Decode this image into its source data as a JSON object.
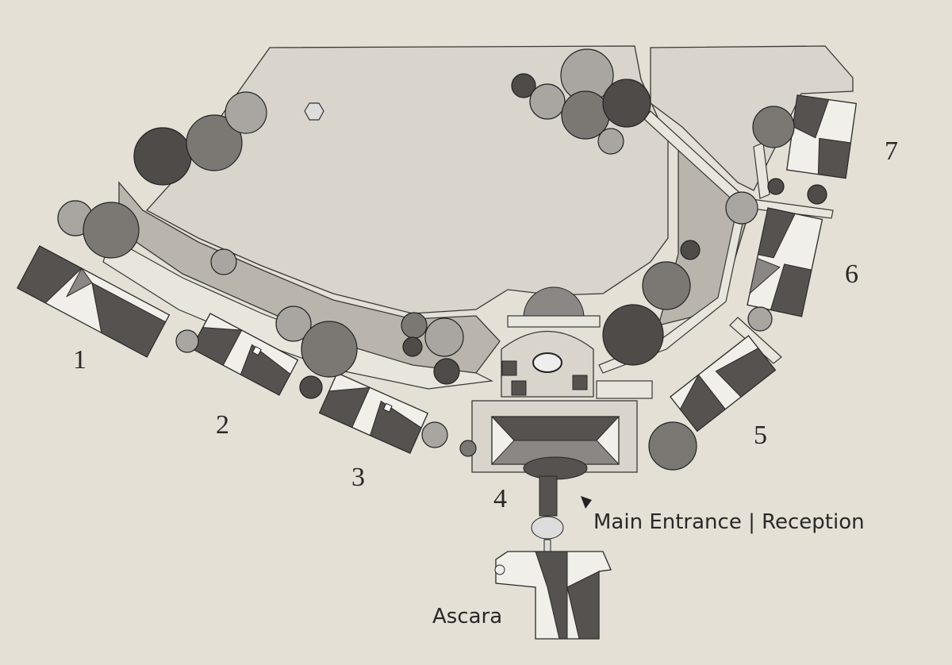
{
  "map": {
    "buildings": [
      {
        "number": "1"
      },
      {
        "number": "2"
      },
      {
        "number": "3"
      },
      {
        "number": "4"
      },
      {
        "number": "5"
      },
      {
        "number": "6"
      },
      {
        "number": "7"
      }
    ],
    "labels": {
      "entrance": "Main Entrance | Reception",
      "restaurant": "Ascara"
    },
    "entrance_marker_icon": "triangle-pointer-icon",
    "colors": {
      "paper": "#e4e0d6",
      "lawn": "#d9d5cd",
      "ink": "#2a2826"
    }
  }
}
